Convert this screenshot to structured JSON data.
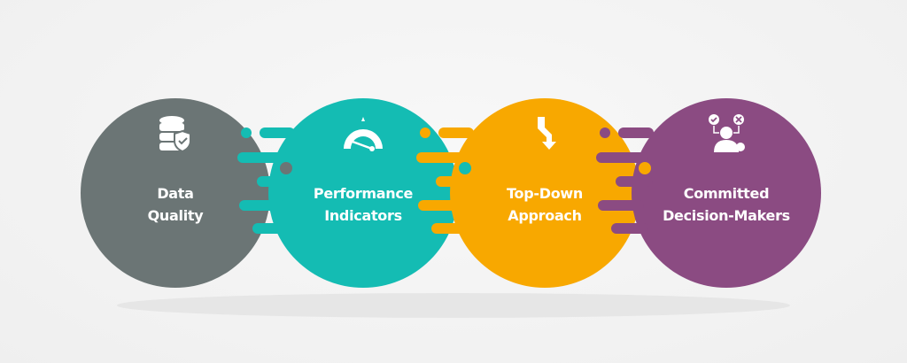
{
  "items": [
    {
      "line1": "Data",
      "line2": "Quality",
      "color": "#6b7575",
      "icon": "database-shield-icon"
    },
    {
      "line1": "Performance",
      "line2": "Indicators",
      "color": "#14bcb3",
      "icon": "speedometer-icon"
    },
    {
      "line1": "Top-Down",
      "line2": "Approach",
      "color": "#f8a800",
      "icon": "down-arrow-icon"
    },
    {
      "line1": "Committed",
      "line2": "Decision-Makers",
      "color": "#8b4b82",
      "icon": "decision-maker-icon"
    }
  ]
}
